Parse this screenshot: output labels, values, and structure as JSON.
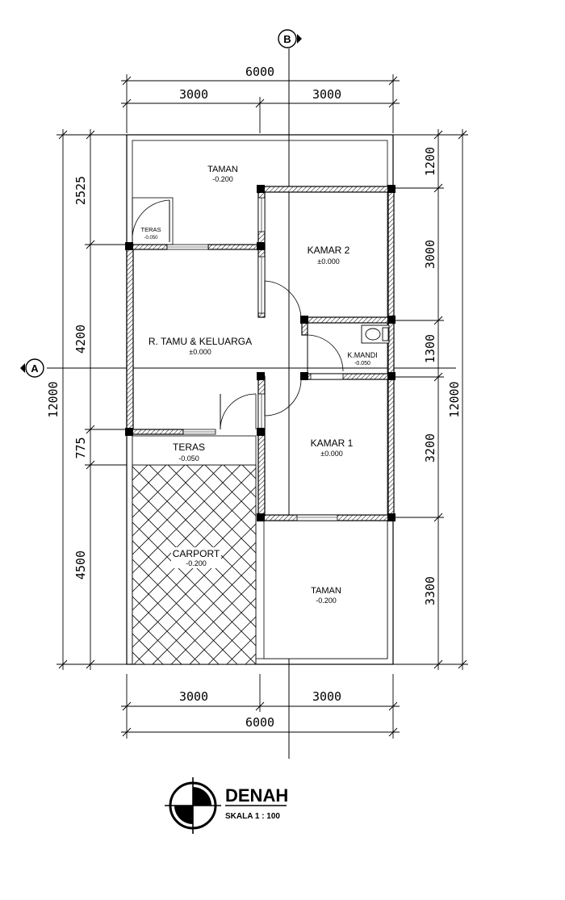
{
  "dimensions": {
    "top_total": "6000",
    "top_left": "3000",
    "top_right": "3000",
    "bottom_left": "3000",
    "bottom_right": "3000",
    "bottom_total": "6000",
    "left_total": "12000",
    "left_1": "2525",
    "left_2": "4200",
    "left_3": "775",
    "left_4": "4500",
    "right_total": "12000",
    "right_1": "1200",
    "right_2": "3000",
    "right_3": "1300",
    "right_4": "3200",
    "right_5": "3300"
  },
  "grid": {
    "a": "A",
    "b": "B"
  },
  "rooms": {
    "taman_top": {
      "name": "TAMAN",
      "level": "-0.200"
    },
    "teras_small": {
      "name": "TERAS",
      "level": "-0.050"
    },
    "kamar2": {
      "name": "KAMAR 2",
      "level": "±0.000"
    },
    "ruang_tamu": {
      "name": "R. TAMU & KELUARGA",
      "level": "±0.000"
    },
    "kmandi": {
      "name": "K.MANDI",
      "level": "-0.050"
    },
    "teras": {
      "name": "TERAS",
      "level": "-0.050"
    },
    "kamar1": {
      "name": "KAMAR 1",
      "level": "±0.000"
    },
    "carport": {
      "name": "CARPORT",
      "level": "-0.200"
    },
    "taman_bottom": {
      "name": "TAMAN",
      "level": "-0.200"
    }
  },
  "title": {
    "heading": "DENAH",
    "scale": "SKALA 1 : 100"
  }
}
